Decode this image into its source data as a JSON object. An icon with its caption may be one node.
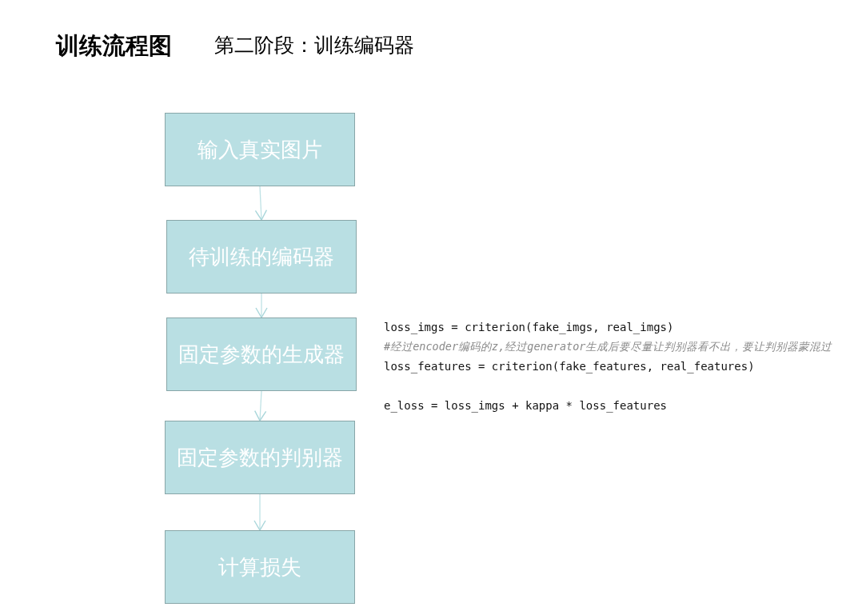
{
  "diagram": {
    "title": "训练流程图",
    "nodes": [
      {
        "text": [
          "输入真实图片"
        ]
      },
      {
        "text": [
          "待训练的编码器"
        ]
      },
      {
        "text": [
          "固定参数的生成器"
        ]
      },
      {
        "text": [
          "固定参数的判别器"
        ]
      },
      {
        "text": [
          "计算损失"
        ]
      }
    ],
    "edges": [
      {
        "from": 0,
        "to": 1,
        "arrow": "to"
      },
      {
        "from": 1,
        "to": 2,
        "arrow": "to"
      },
      {
        "from": 2,
        "to": 3,
        "arrow": "to"
      },
      {
        "from": 3,
        "to": 4,
        "arrow": "to"
      }
    ],
    "labels": [
      "第二阶段：训练编码器",
      "loss_imgs = criterion(fake_imgs, real_imgs)",
      "#经过encoder编码的z,经过generator生成后要尽量让判别器看不出，要让判别器蒙混过",
      "loss_features = criterion(fake_features, real_features)",
      "e_loss = loss_imgs + kappa * loss_features"
    ]
  }
}
